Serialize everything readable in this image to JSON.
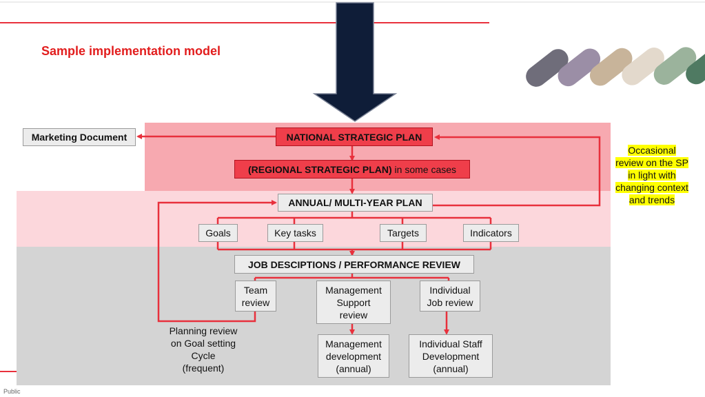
{
  "title": "Sample implementation model",
  "footer": "Public",
  "nodes": {
    "marketing": "Marketing Document",
    "national": "NATIONAL STRATEGIC PLAN",
    "regional_bold": "(REGIONAL STRATEGIC PLAN)",
    "regional_rest": " in some cases",
    "annual": "ANNUAL/ MULTI-YEAR PLAN",
    "goals": "Goals",
    "key_tasks": "Key tasks",
    "targets": "Targets",
    "indicators": "Indicators",
    "job": "JOB DESCIPTIONS / PERFORMANCE REVIEW",
    "team_review": [
      "Team",
      "review"
    ],
    "mgmt_support": [
      "Management",
      "Support",
      "review"
    ],
    "individual_job": [
      "Individual",
      "Job review"
    ],
    "mgmt_dev": [
      "Management",
      "development",
      "(annual)"
    ],
    "indiv_dev": [
      "Individual Staff",
      "Development",
      "(annual)"
    ]
  },
  "notes": {
    "occasional": [
      "Occasional",
      "review on the SP",
      "in light with",
      "changing context",
      "and trends"
    ],
    "planning": [
      "Planning review",
      "on Goal setting",
      "Cycle",
      "(frequent)"
    ]
  },
  "colors": {
    "accent_red": "#e8303c",
    "band_top": "#f7a9b0",
    "band_mid": "#fcd7dc",
    "band_bottom": "#d4d4d4",
    "big_arrow": "#0f1d38",
    "highlight": "#ffff00"
  },
  "pills": [
    "#6f6d7a",
    "#9b8ea6",
    "#c8b49a",
    "#e3d9cc",
    "#9bb39c",
    "#4f7a62",
    "#5a3f62"
  ]
}
